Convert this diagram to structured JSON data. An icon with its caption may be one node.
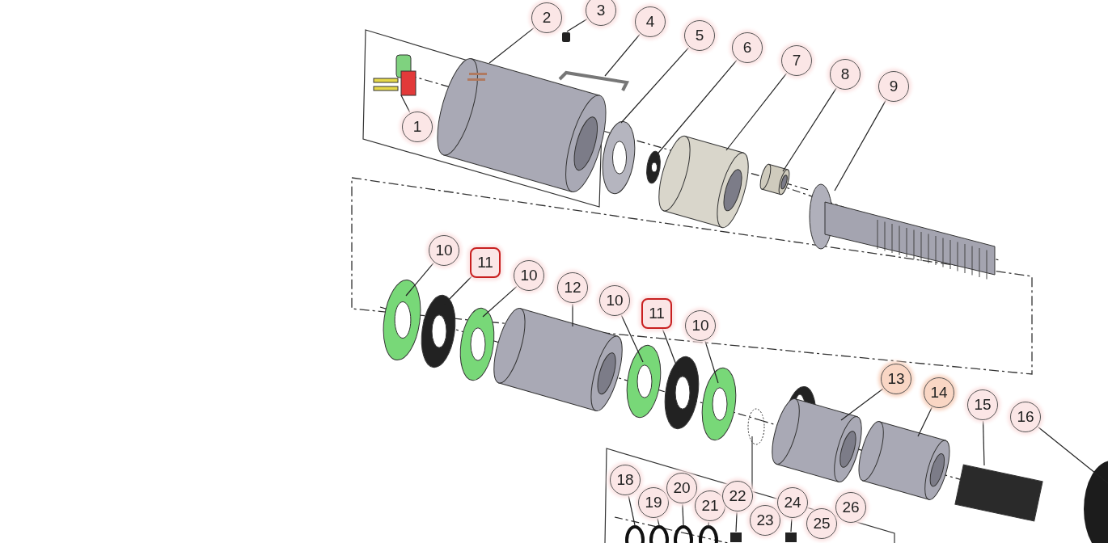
{
  "diagram": {
    "nodes": [
      {
        "text": [
          "1"
        ]
      },
      {
        "text": [
          "2"
        ]
      },
      {
        "text": [
          "3"
        ]
      },
      {
        "text": [
          "4"
        ]
      },
      {
        "text": [
          "5"
        ]
      },
      {
        "text": [
          "6"
        ]
      },
      {
        "text": [
          "7"
        ]
      },
      {
        "text": [
          "8"
        ]
      },
      {
        "text": [
          "9"
        ]
      },
      {
        "text": [
          "10"
        ]
      },
      {
        "text": [
          "11"
        ]
      },
      {
        "text": [
          "10"
        ]
      },
      {
        "text": [
          "12"
        ]
      },
      {
        "text": [
          "10"
        ]
      },
      {
        "text": [
          "11"
        ]
      },
      {
        "text": [
          "10"
        ]
      },
      {
        "text": [
          "13"
        ]
      },
      {
        "text": [
          "14"
        ]
      },
      {
        "text": [
          "15"
        ]
      },
      {
        "text": [
          "16"
        ]
      },
      {
        "text": [
          "18"
        ]
      },
      {
        "text": [
          "19"
        ]
      },
      {
        "text": [
          "20"
        ]
      },
      {
        "text": [
          "21"
        ]
      },
      {
        "text": [
          "22"
        ]
      },
      {
        "text": [
          "23"
        ]
      },
      {
        "text": [
          "24"
        ]
      },
      {
        "text": [
          "25"
        ]
      },
      {
        "text": [
          "26"
        ]
      },
      {
        "text": [],
        "shape": "box"
      },
      {
        "text": [],
        "shape": "circle"
      },
      {
        "text": [],
        "shape": "circle"
      },
      {
        "text": [],
        "shape": "circle"
      },
      {
        "text": [],
        "shape": "circle"
      },
      {
        "text": [],
        "shape": "box"
      },
      {
        "text": [],
        "shape": "box"
      }
    ],
    "edges": [
      {
        "from": 0,
        "to": null,
        "arrow": "none"
      },
      {
        "from": 1,
        "to": null,
        "arrow": "none"
      },
      {
        "from": 2,
        "to": 29,
        "arrow": "none"
      },
      {
        "from": 3,
        "to": null,
        "arrow": "none"
      },
      {
        "from": 4,
        "to": null,
        "arrow": "none"
      },
      {
        "from": 5,
        "to": null,
        "arrow": "none"
      },
      {
        "from": 6,
        "to": null,
        "arrow": "none"
      },
      {
        "from": 7,
        "to": null,
        "arrow": "none"
      },
      {
        "from": 8,
        "to": null,
        "arrow": "none"
      },
      {
        "from": 9,
        "to": null,
        "arrow": "none"
      },
      {
        "from": 10,
        "to": null,
        "arrow": "none"
      },
      {
        "from": 11,
        "to": null,
        "arrow": "none"
      },
      {
        "from": 12,
        "to": null,
        "arrow": "none"
      },
      {
        "from": 13,
        "to": null,
        "arrow": "none"
      },
      {
        "from": 14,
        "to": null,
        "arrow": "none"
      },
      {
        "from": 15,
        "to": null,
        "arrow": "none"
      },
      {
        "from": 16,
        "to": null,
        "arrow": "none"
      },
      {
        "from": 17,
        "to": null,
        "arrow": "none"
      },
      {
        "from": 18,
        "to": null,
        "arrow": "none"
      },
      {
        "from": 19,
        "to": null,
        "arrow": "none"
      },
      {
        "from": 20,
        "to": 30,
        "arrow": "none"
      },
      {
        "from": 21,
        "to": 31,
        "arrow": "none"
      },
      {
        "from": 22,
        "to": 32,
        "arrow": "none"
      },
      {
        "from": 23,
        "to": 33,
        "arrow": "none"
      },
      {
        "from": 24,
        "to": 34,
        "arrow": "none"
      },
      {
        "from": 26,
        "to": 35,
        "arrow": "none"
      }
    ]
  }
}
